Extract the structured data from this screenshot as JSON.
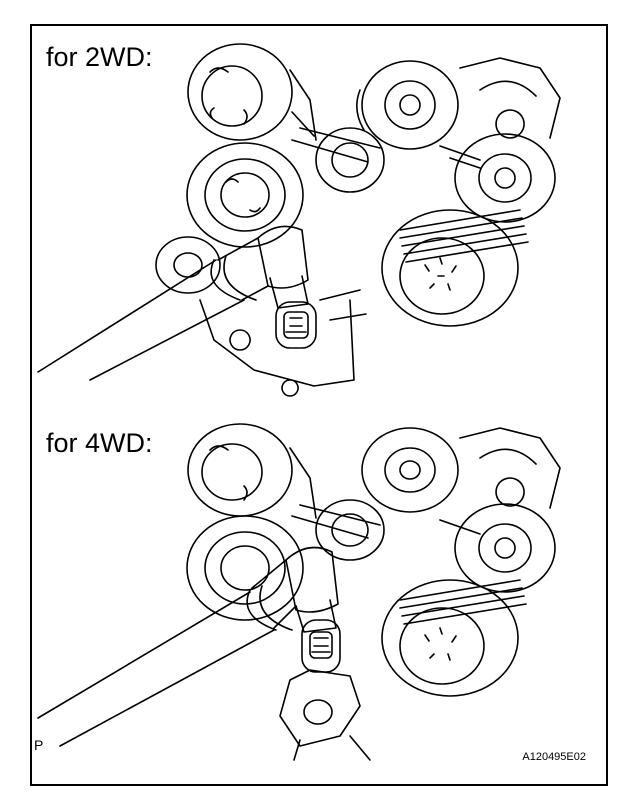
{
  "figures": [
    {
      "label": "for 2WD:"
    },
    {
      "label": "for 4WD:"
    }
  ],
  "marker": "P",
  "figure_code": "A120495E02",
  "colors": {
    "ink": "#000000",
    "paper": "#ffffff"
  }
}
